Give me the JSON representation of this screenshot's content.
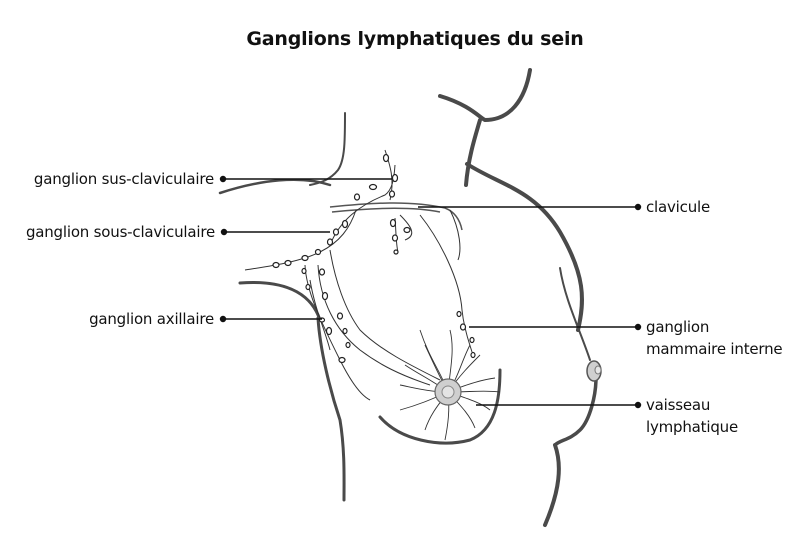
{
  "title": "Ganglions lymphatiques du sein",
  "labels": {
    "left": [
      {
        "id": "sus-claviculaire",
        "text": "ganglion sus-claviculaire"
      },
      {
        "id": "sous-claviculaire",
        "text": "ganglion  sous-claviculaire"
      },
      {
        "id": "axillaire",
        "text": "ganglion axillaire"
      }
    ],
    "right": [
      {
        "id": "clavicule",
        "text": "clavicule"
      },
      {
        "id": "mammaire-interne",
        "line1": "ganglion",
        "line2": "mammaire interne"
      },
      {
        "id": "vaisseau-lymphatique",
        "line1": "vaisseau",
        "line2": "lymphatique"
      }
    ]
  },
  "colors": {
    "body_outline": "#4a4a4a",
    "leader_line": "#111111",
    "vessel": "#333333",
    "areola": "#c8c8c8"
  }
}
